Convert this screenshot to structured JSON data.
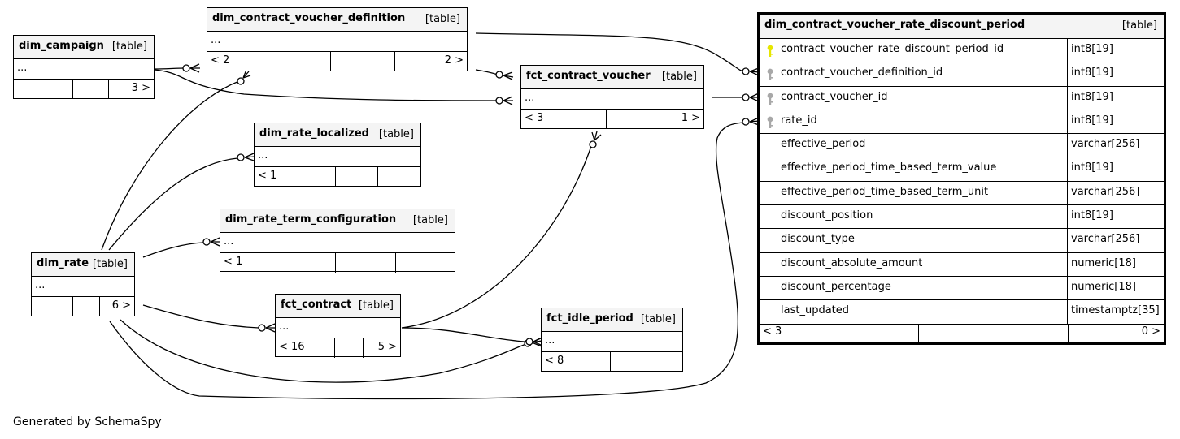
{
  "tables": {
    "dim_campaign": {
      "name": "dim_campaign",
      "type_label": "[table]",
      "body": "...",
      "foot": [
        "",
        "",
        "3 >"
      ]
    },
    "dim_contract_voucher_definition": {
      "name": "dim_contract_voucher_definition",
      "type_label": "[table]",
      "body": "...",
      "foot": [
        "< 2",
        "",
        "2 >"
      ]
    },
    "fct_contract_voucher": {
      "name": "fct_contract_voucher",
      "type_label": "[table]",
      "body": "...",
      "foot": [
        "< 3",
        "",
        "1 >"
      ]
    },
    "dim_rate_localized": {
      "name": "dim_rate_localized",
      "type_label": "[table]",
      "body": "...",
      "foot": [
        "< 1",
        "",
        ""
      ]
    },
    "dim_rate_term_configuration": {
      "name": "dim_rate_term_configuration",
      "type_label": "[table]",
      "body": "...",
      "foot": [
        "< 1",
        "",
        ""
      ]
    },
    "dim_rate": {
      "name": "dim_rate",
      "type_label": "[table]",
      "body": "...",
      "foot": [
        "",
        "",
        "6 >"
      ]
    },
    "fct_contract": {
      "name": "fct_contract",
      "type_label": "[table]",
      "body": "...",
      "foot": [
        "< 16",
        "",
        "5 >"
      ]
    },
    "fct_idle_period": {
      "name": "fct_idle_period",
      "type_label": "[table]",
      "body": "...",
      "foot": [
        "< 8",
        "",
        ""
      ]
    },
    "focus": {
      "name": "dim_contract_voucher_rate_discount_period",
      "type_label": "[table]",
      "columns": [
        {
          "name": "contract_voucher_rate_discount_period_id",
          "type": "int8[19]",
          "key": "primary"
        },
        {
          "name": "contract_voucher_definition_id",
          "type": "int8[19]",
          "key": "foreign"
        },
        {
          "name": "contract_voucher_id",
          "type": "int8[19]",
          "key": "foreign"
        },
        {
          "name": "rate_id",
          "type": "int8[19]",
          "key": "foreign"
        },
        {
          "name": "effective_period",
          "type": "varchar[256]",
          "key": ""
        },
        {
          "name": "effective_period_time_based_term_value",
          "type": "int8[19]",
          "key": ""
        },
        {
          "name": "effective_period_time_based_term_unit",
          "type": "varchar[256]",
          "key": ""
        },
        {
          "name": "discount_position",
          "type": "int8[19]",
          "key": ""
        },
        {
          "name": "discount_type",
          "type": "varchar[256]",
          "key": ""
        },
        {
          "name": "discount_absolute_amount",
          "type": "numeric[18]",
          "key": ""
        },
        {
          "name": "discount_percentage",
          "type": "numeric[18]",
          "key": ""
        },
        {
          "name": "last_updated",
          "type": "timestamptz[35]",
          "key": ""
        }
      ],
      "foot": [
        "< 3",
        "",
        "0 >"
      ]
    }
  },
  "key_colors": {
    "primary": "#e6e600",
    "foreign": "#a8a8a8"
  },
  "caption": "Generated by SchemaSpy"
}
